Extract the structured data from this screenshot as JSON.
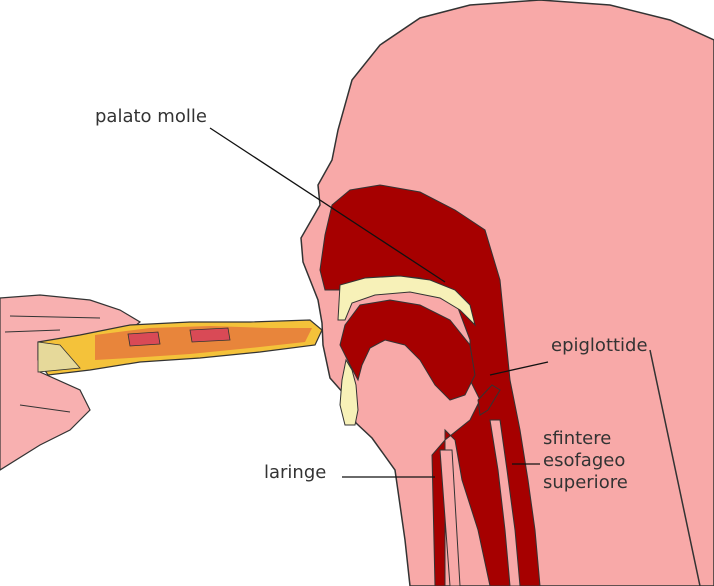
{
  "colors": {
    "skin": "#f8a9a8",
    "skin_outline": "#333333",
    "tissue": "#a60000",
    "bone": "#f7f1b8",
    "pizza_crust": "#f4c23a",
    "pizza_sauce": "#e57a3c",
    "pizza_topping": "#d94a56",
    "hand": "#f8b0b0"
  },
  "labels": {
    "soft_palate": "palato molle",
    "epiglottis": "epiglottide",
    "larynx": "laringe",
    "sphincter_line1": "sfintere",
    "sphincter_line2": "esofageo",
    "sphincter_line3": "superiore"
  }
}
